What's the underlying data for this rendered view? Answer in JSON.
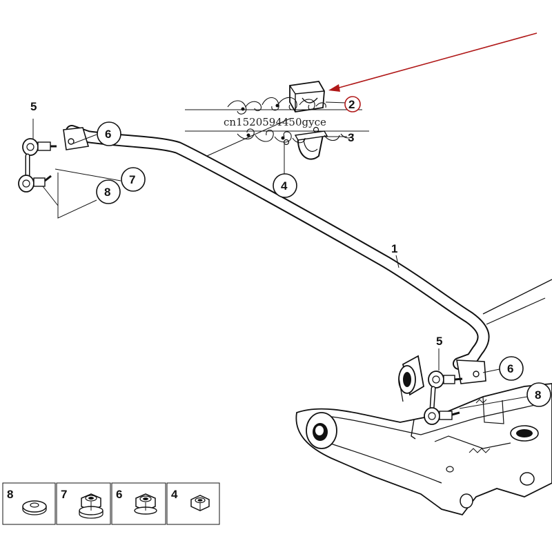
{
  "watermark": {
    "text": "cn1520594450gyce"
  },
  "callouts": {
    "bar": "1",
    "bushing": "2",
    "bracket": "3",
    "bracket_nut": "4",
    "link_top_left": "5",
    "link_top_right": "5",
    "nut6_left": "6",
    "nut6_right": "6",
    "nut7": "7",
    "washer8_left": "8",
    "washer8_right": "8"
  },
  "legend": [
    {
      "number": "8",
      "part": "washer-icon"
    },
    {
      "number": "7",
      "part": "collar-nut-icon"
    },
    {
      "number": "6",
      "part": "flange-nut-icon"
    },
    {
      "number": "4",
      "part": "small-nut-icon"
    }
  ],
  "colors": {
    "highlight": "#b01818",
    "line": "#111111"
  }
}
